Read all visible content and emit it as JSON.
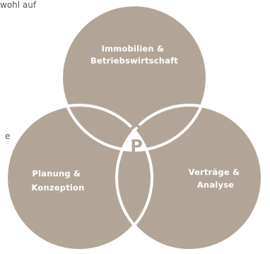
{
  "text_fragments": {
    "top": "wohl auf",
    "middle": "e"
  },
  "diagram": {
    "circles": [
      {
        "id": "top",
        "lines": [
          "Immobilien &",
          "Betriebswirtschaft"
        ]
      },
      {
        "id": "left",
        "lines": [
          "Planung &",
          "Konzeption"
        ]
      },
      {
        "id": "right",
        "lines": [
          "Verträge &",
          "Analyse"
        ]
      }
    ],
    "center_logo_letter": "P",
    "colors": {
      "circle_fill": "#b2a597",
      "outline": "#ffffff",
      "center_fill": "#ffffff",
      "logo_color": "#b2a597"
    }
  }
}
